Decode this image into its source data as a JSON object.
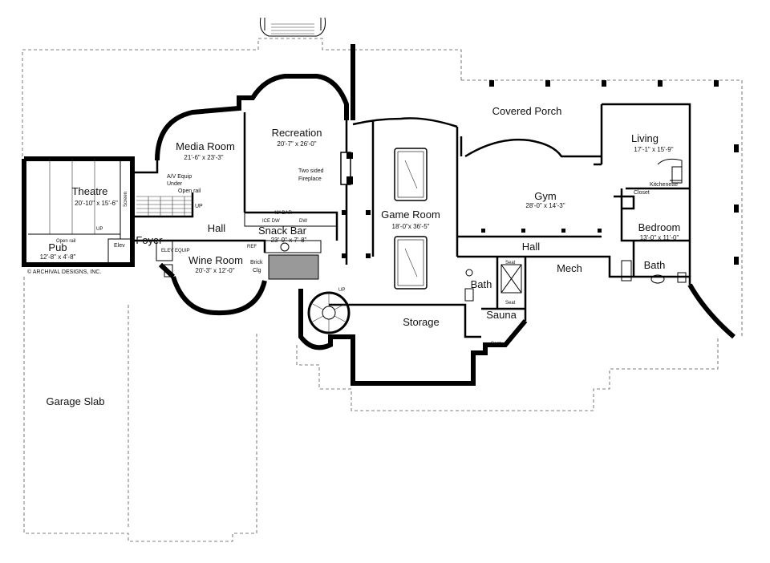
{
  "plan": {
    "copyright": "© ARCHIVAL DESIGNS, INC.",
    "rooms": [
      {
        "id": "theatre",
        "name": "Theatre",
        "dims": "20'-10\" x 15'-6\""
      },
      {
        "id": "pub",
        "name": "Pub",
        "dims": "12'-8\" x 4'-8\""
      },
      {
        "id": "foyer",
        "name": "Foyer",
        "dims": ""
      },
      {
        "id": "media-room",
        "name": "Media Room",
        "dims": "21'-6\" x 23'-3\""
      },
      {
        "id": "recreation",
        "name": "Recreation",
        "dims": "20'-7\" x 26'-0\""
      },
      {
        "id": "hall-west",
        "name": "Hall",
        "dims": ""
      },
      {
        "id": "snack-bar",
        "name": "Snack Bar",
        "dims": "23'-9\" x 7'-8\""
      },
      {
        "id": "wine-room",
        "name": "Wine Room",
        "dims": "20'-3\" x 12'-0\""
      },
      {
        "id": "game-room",
        "name": "Game Room",
        "dims": "18'-0\"x 36'-5\""
      },
      {
        "id": "storage",
        "name": "Storage",
        "dims": ""
      },
      {
        "id": "covered-porch",
        "name": "Covered Porch",
        "dims": ""
      },
      {
        "id": "gym",
        "name": "Gym",
        "dims": "28'-0\" x 14'-3\""
      },
      {
        "id": "living",
        "name": "Living",
        "dims": "17'-1\" x 15'-9\""
      },
      {
        "id": "bedroom",
        "name": "Bedroom",
        "dims": "13'-0\" x 11'-0\""
      },
      {
        "id": "hall-east",
        "name": "Hall",
        "dims": ""
      },
      {
        "id": "mech",
        "name": "Mech",
        "dims": ""
      },
      {
        "id": "bath-west",
        "name": "Bath",
        "dims": ""
      },
      {
        "id": "bath-east",
        "name": "Bath",
        "dims": ""
      },
      {
        "id": "sauna",
        "name": "Sauna",
        "dims": ""
      },
      {
        "id": "garage-slab",
        "name": "Garage Slab",
        "dims": ""
      }
    ],
    "notes": {
      "av_equip": "A/V Equip",
      "under": "Under",
      "open_rail_media": "Open rail",
      "up_media": "UP",
      "screen": "Screen",
      "open_rail_pub": "Open rail",
      "up_pub": "UP",
      "elev": "Elev",
      "elev_equip": "ELEV EQUIP",
      "two_sided": "Two sided",
      "fireplace": "Fireplace",
      "bar_48": "48\" BAR",
      "bar_fixtures": "ICE DW",
      "bar_dw": "DW",
      "ref": "REF",
      "brick": "Brick",
      "clg": "Clg",
      "up_stair": "UP",
      "kitchenette": "Kitchenette",
      "closet": "Closet",
      "seat_1": "Seat",
      "seat_2": "Seat",
      "seat_3": "Seat"
    }
  }
}
